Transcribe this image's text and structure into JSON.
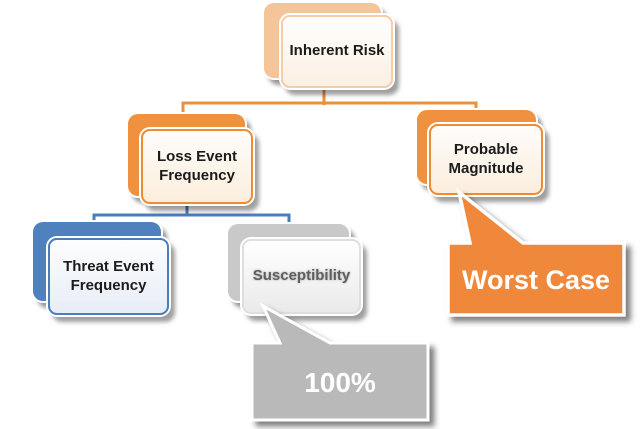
{
  "nodes": {
    "inherent_risk": {
      "label": "Inherent Risk",
      "theme_color": "#F5C499"
    },
    "loss_event_frequency": {
      "label": "Loss Event Frequency",
      "theme_color": "#F0913F"
    },
    "probable_magnitude": {
      "label": "Probable Magnitude",
      "theme_color": "#F0913F"
    },
    "threat_event_frequency": {
      "label": "Threat Event Frequency",
      "theme_color": "#4F81BD"
    },
    "susceptibility": {
      "label": "Susceptibility",
      "theme_color": "#C9C9C9",
      "text_color": "#5F5F5F"
    }
  },
  "callouts": {
    "susceptibility_value": {
      "label": "100%",
      "fill_color": "#B9B9B9"
    },
    "worst_case": {
      "label": "Worst Case",
      "fill_color": "#F0883B"
    }
  },
  "connectors": {
    "top_branch_color": "#E8913E",
    "sub_branch_color": "#4A7EBB"
  }
}
